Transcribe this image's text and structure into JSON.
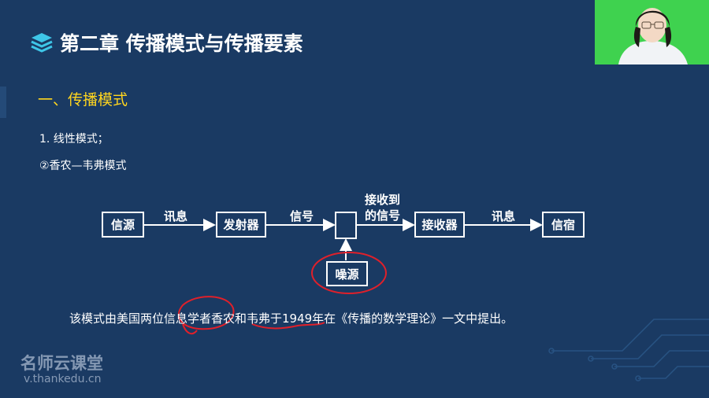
{
  "slide": {
    "title": "第二章  传播模式与传播要素",
    "section": "一、传播模式",
    "item1": "1. 线性模式；",
    "item2": "②香农—韦弗模式",
    "caption": "该模式由美国两位信息学者香农和韦弗于1949年在《传播的数学理论》一文中提出。"
  },
  "diagram": {
    "source": "信源",
    "message1": "讯息",
    "transmitter": "发射器",
    "signal": "信号",
    "channel": "",
    "received_signal_line1": "接收到",
    "received_signal_line2": "的信号",
    "receiver": "接收器",
    "message2": "讯息",
    "destination": "信宿",
    "noise": "噪源"
  },
  "watermark": {
    "brand": "名师云课堂",
    "url": "v.thankedu.cn"
  },
  "colors": {
    "background": "#1a3a63",
    "accent_yellow": "#ffd51f",
    "annotation_red": "#e0202a",
    "webcam_green": "#3fd24f"
  }
}
